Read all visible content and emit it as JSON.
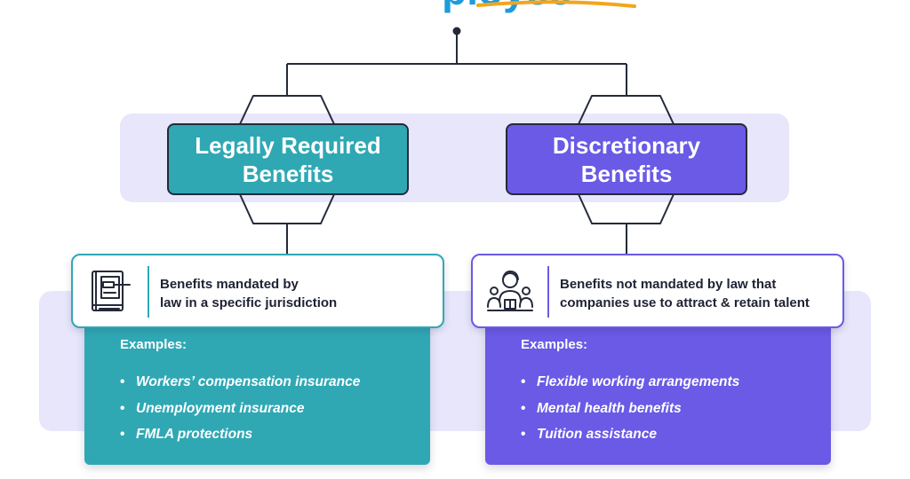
{
  "title_fragment": "ployee",
  "categories": [
    {
      "name": "Legally Required\nBenefits",
      "description": "Benefits mandated by\nlaw in a specific jurisdiction",
      "icon": "law-book-gavel-icon",
      "examples_label": "Examples:",
      "examples": [
        "Workers’ compensation insurance",
        "Unemployment insurance",
        "FMLA protections"
      ],
      "color": "#2fa8b4"
    },
    {
      "name": "Discretionary\nBenefits",
      "description": "Benefits not mandated by law that\ncompanies use to attract & retain talent",
      "icon": "employee-group-icon",
      "examples_label": "Examples:",
      "examples": [
        "Flexible working arrangements",
        "Mental health benefits",
        "Tuition assistance"
      ],
      "color": "#6a5ae6"
    }
  ],
  "colors": {
    "accent_blue": "#1f9bdc",
    "underline": "#f4a51c",
    "band": "#e7e6fb",
    "connector": "#252a3a"
  }
}
